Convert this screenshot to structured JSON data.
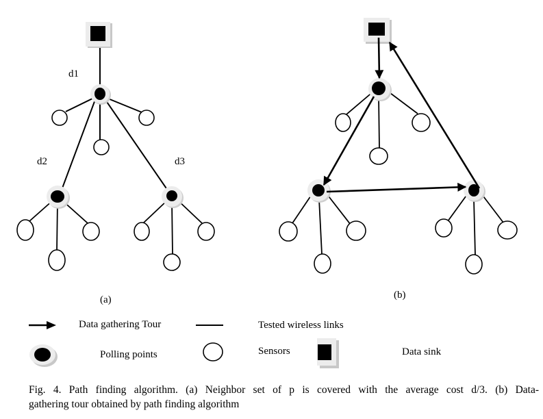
{
  "figure": {
    "panels": {
      "a": {
        "label": "(a)",
        "distance_labels": [
          "d1",
          "d2",
          "d3"
        ]
      },
      "b": {
        "label": "(b)"
      }
    },
    "legend": {
      "tour": "Data gathering Tour",
      "links": "Tested wireless links",
      "polling": "Polling points",
      "sensors": "Sensors",
      "sink": "Data sink"
    },
    "caption": {
      "line1": "Fig. 4. Path finding algorithm. (a) Neighbor set of p is covered with the average cost d/3.  (b) Data-",
      "line2": "gathering tour obtained by path finding algorithm"
    },
    "colors": {
      "ink": "#000000",
      "shadow": "#e6e6e6",
      "shadow_dark": "#c8c8c8",
      "background": "#ffffff"
    },
    "node_types": [
      "data-sink",
      "polling-point",
      "sensor"
    ]
  }
}
